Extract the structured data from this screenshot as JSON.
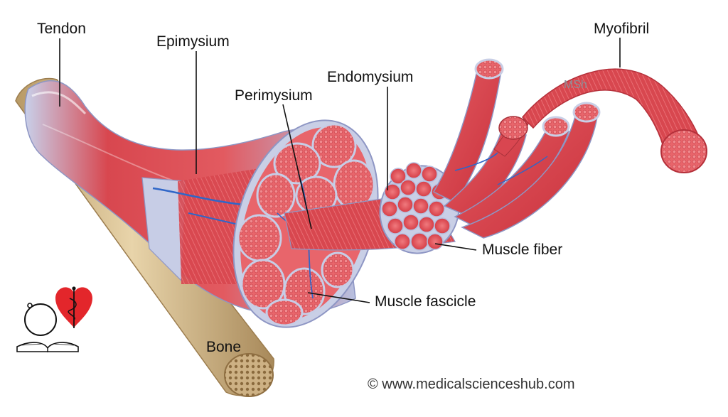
{
  "labels": {
    "tendon": "Tendon",
    "epimysium": "Epimysium",
    "perimysium": "Perimysium",
    "endomysium": "Endomysium",
    "myofibril": "Myofibril",
    "muscle_fiber": "Muscle fiber",
    "muscle_fascicle": "Muscle fascicle",
    "bone": "Bone"
  },
  "watermark": "MSh",
  "credit": "© www.medicalscienceshub.com",
  "colors": {
    "muscle_red": "#d9474f",
    "sheath_blue": "#c9cfe6",
    "vessel_blue": "#2f66c8",
    "bone_tan": "#d9c298",
    "logo_heart": "#e3262b"
  },
  "icons": {
    "logo": "heart-caduceus-book-logo"
  }
}
